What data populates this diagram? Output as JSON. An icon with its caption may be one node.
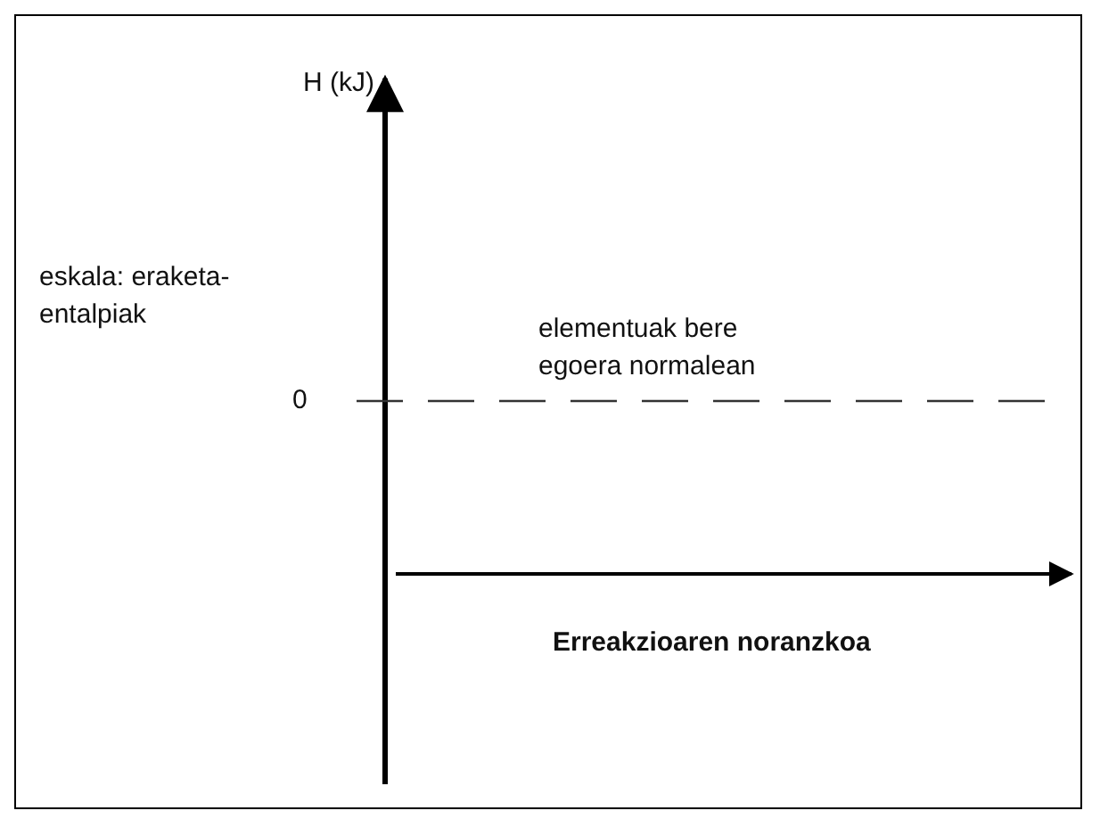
{
  "diagram": {
    "labels": [
      "H (kJ)",
      "eskala: eraketa-entalpiak",
      "elementuak bere egoera normalean",
      "0",
      "Erreakzioaren noranzkoa"
    ]
  }
}
